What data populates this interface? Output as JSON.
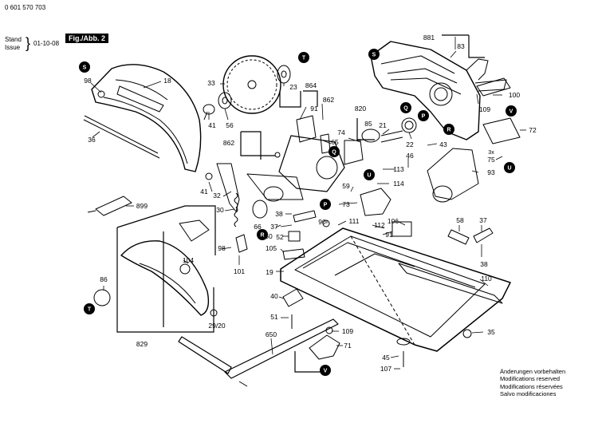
{
  "header": {
    "part_number": "0 601 570 703",
    "stand_label": "Stand",
    "issue_label": "Issue",
    "date": "01-10-08",
    "figure_label": "Fig./Abb. 2"
  },
  "notes": [
    "Änderungen vorbehalten",
    "Modifications reserved",
    "Modifications réservées",
    "Salvo modificaciones"
  ],
  "parts": [
    {
      "id": "p98a",
      "text": "98"
    },
    {
      "id": "p18",
      "text": "18"
    },
    {
      "id": "p36",
      "text": "36"
    },
    {
      "id": "p33",
      "text": "33"
    },
    {
      "id": "p23",
      "text": "23"
    },
    {
      "id": "p41a",
      "text": "41"
    },
    {
      "id": "p56",
      "text": "56"
    },
    {
      "id": "p864",
      "text": "864"
    },
    {
      "id": "p91a",
      "text": "91"
    },
    {
      "id": "p862a",
      "text": "862"
    },
    {
      "id": "p862b",
      "text": "862"
    },
    {
      "id": "p74",
      "text": "74"
    },
    {
      "id": "p65",
      "text": "65"
    },
    {
      "id": "p820",
      "text": "820"
    },
    {
      "id": "p85",
      "text": "85"
    },
    {
      "id": "p21",
      "text": "21"
    },
    {
      "id": "p22",
      "text": "22"
    },
    {
      "id": "p43",
      "text": "43"
    },
    {
      "id": "p881",
      "text": "881"
    },
    {
      "id": "p83",
      "text": "83"
    },
    {
      "id": "p100",
      "text": "100"
    },
    {
      "id": "p109a",
      "text": "109"
    },
    {
      "id": "p72",
      "text": "72"
    },
    {
      "id": "p3x",
      "text": "3x"
    },
    {
      "id": "p75",
      "text": "75"
    },
    {
      "id": "p93",
      "text": "93"
    },
    {
      "id": "p46",
      "text": "46"
    },
    {
      "id": "p113",
      "text": "113"
    },
    {
      "id": "p114",
      "text": "114"
    },
    {
      "id": "p59",
      "text": "59"
    },
    {
      "id": "p73",
      "text": "73"
    },
    {
      "id": "p41b",
      "text": "41"
    },
    {
      "id": "p32",
      "text": "32"
    },
    {
      "id": "p899",
      "text": "899"
    },
    {
      "id": "p30",
      "text": "30"
    },
    {
      "id": "p38a",
      "text": "38"
    },
    {
      "id": "p90",
      "text": "90"
    },
    {
      "id": "p66",
      "text": "66"
    },
    {
      "id": "p111",
      "text": "111"
    },
    {
      "id": "p50",
      "text": "50"
    },
    {
      "id": "p37a",
      "text": "37"
    },
    {
      "id": "p52",
      "text": "52"
    },
    {
      "id": "p105",
      "text": "105"
    },
    {
      "id": "p19",
      "text": "19"
    },
    {
      "id": "p112",
      "text": "112"
    },
    {
      "id": "p106",
      "text": "106"
    },
    {
      "id": "p91b",
      "text": "91"
    },
    {
      "id": "p58",
      "text": "58"
    },
    {
      "id": "p37b",
      "text": "37"
    },
    {
      "id": "p38b",
      "text": "38"
    },
    {
      "id": "p110",
      "text": "110"
    },
    {
      "id": "p104",
      "text": "104"
    },
    {
      "id": "p98b",
      "text": "98"
    },
    {
      "id": "p101",
      "text": "101"
    },
    {
      "id": "p86",
      "text": "86"
    },
    {
      "id": "p2920",
      "text": "29/20"
    },
    {
      "id": "p829",
      "text": "829"
    },
    {
      "id": "p40",
      "text": "40"
    },
    {
      "id": "p51",
      "text": "51"
    },
    {
      "id": "p650",
      "text": "650"
    },
    {
      "id": "p109b",
      "text": "109"
    },
    {
      "id": "p71",
      "text": "71"
    },
    {
      "id": "p35",
      "text": "35"
    },
    {
      "id": "p45",
      "text": "45"
    },
    {
      "id": "p107",
      "text": "107"
    }
  ],
  "markers": [
    {
      "id": "mS1",
      "text": "S"
    },
    {
      "id": "mT1",
      "text": "T"
    },
    {
      "id": "mS2",
      "text": "S"
    },
    {
      "id": "mQ",
      "text": "Q"
    },
    {
      "id": "mP",
      "text": "P"
    },
    {
      "id": "mR1",
      "text": "R"
    },
    {
      "id": "mV1",
      "text": "V"
    },
    {
      "id": "mU1",
      "text": "U"
    },
    {
      "id": "mU2",
      "text": "U"
    },
    {
      "id": "mQ2",
      "text": "Q"
    },
    {
      "id": "mR2",
      "text": "R"
    },
    {
      "id": "mP2",
      "text": "P"
    },
    {
      "id": "mT2",
      "text": "T"
    },
    {
      "id": "mV2",
      "text": "V"
    }
  ]
}
